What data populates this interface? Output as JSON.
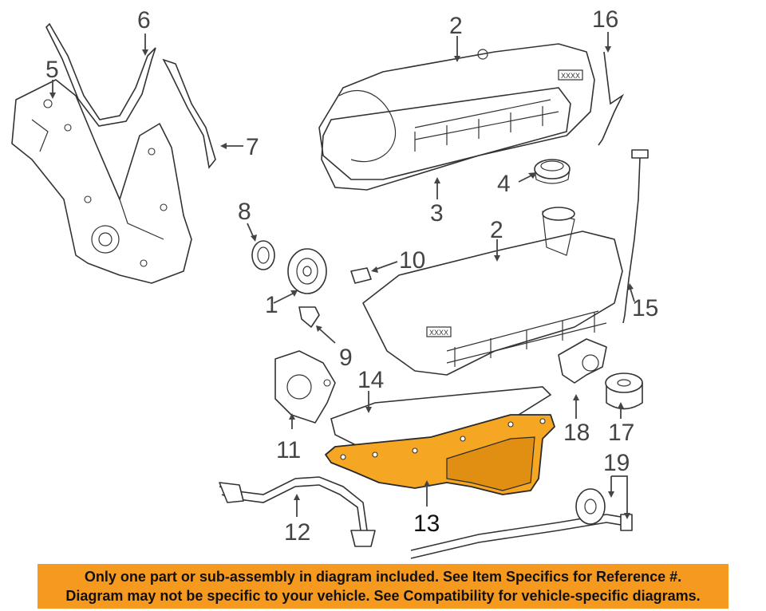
{
  "diagram": {
    "callouts": [
      "1",
      "2",
      "2",
      "3",
      "4",
      "5",
      "6",
      "7",
      "8",
      "9",
      "10",
      "11",
      "12",
      "13",
      "14",
      "15",
      "16",
      "17",
      "18",
      "19"
    ],
    "highlight_color": "#f5a623",
    "valve_cover_stamp": "XXXX"
  },
  "disclaimer": {
    "line1": "Only one part or sub-assembly in diagram included. See Item Specifics for Reference #.",
    "line2": "Diagram may not be specific to your vehicle. See Compatibility for vehicle-specific diagrams.",
    "background": "#f59a1f"
  }
}
